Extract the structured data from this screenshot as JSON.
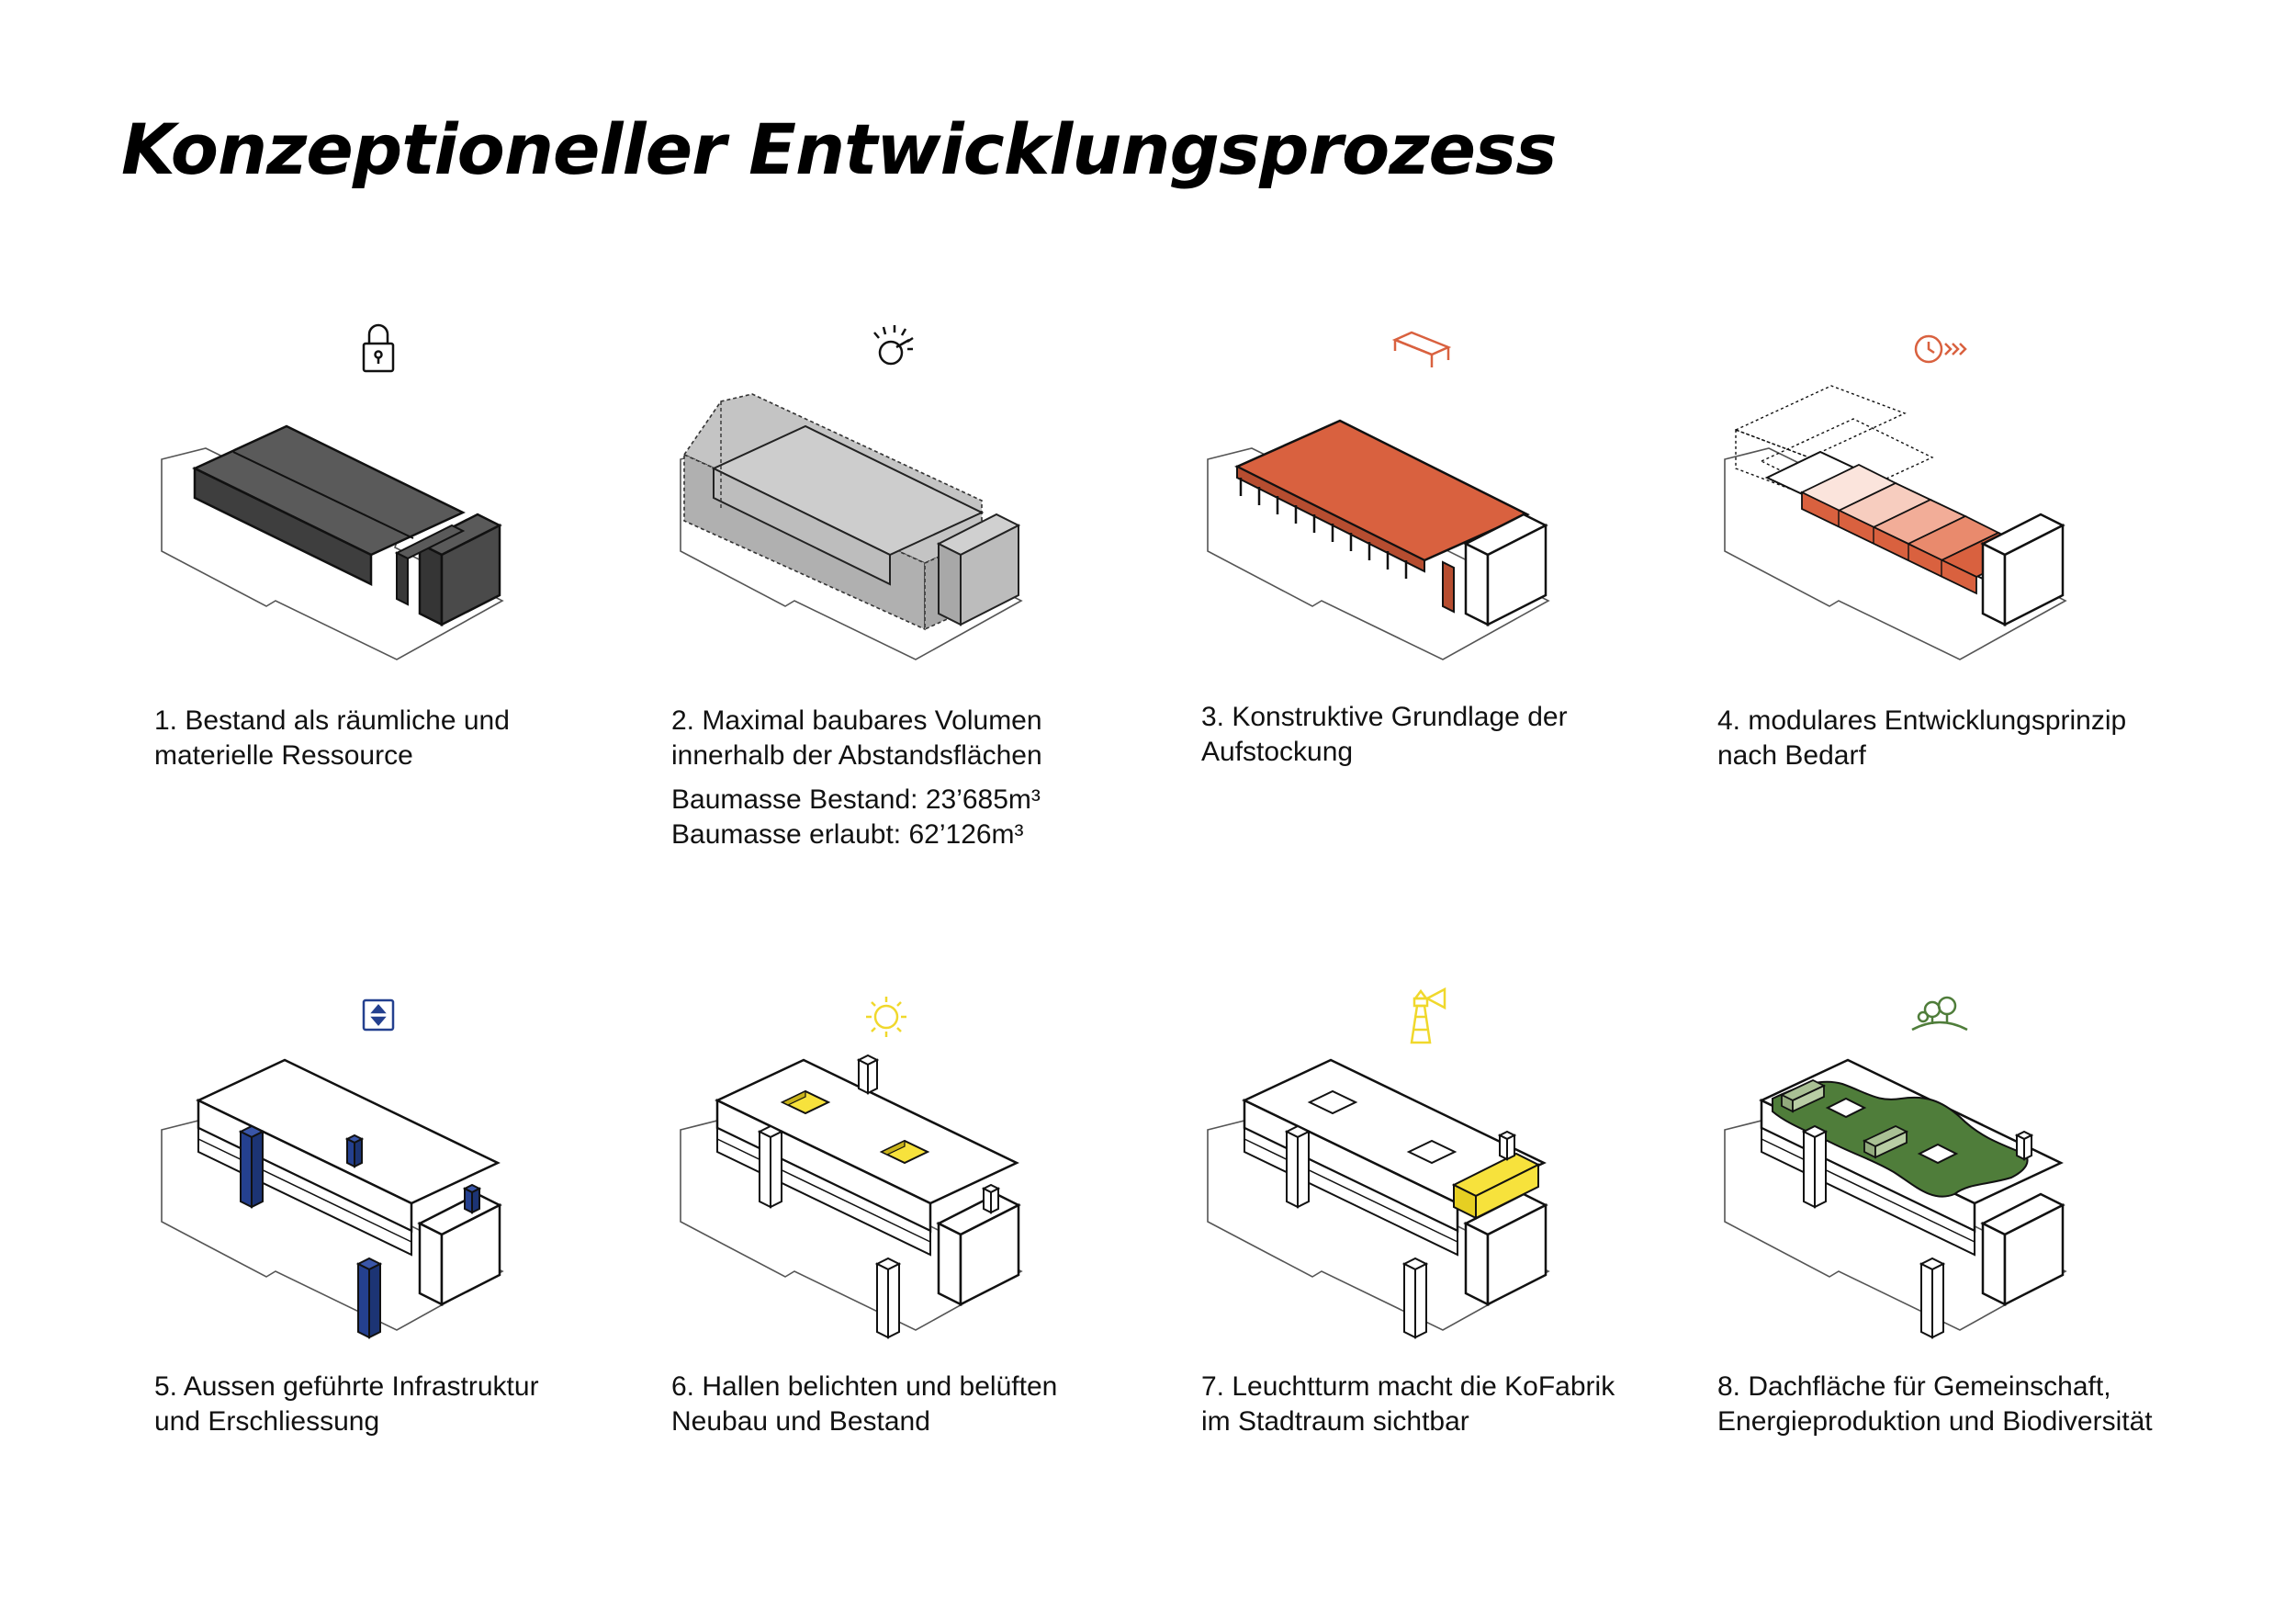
{
  "title": "Konzeptioneller Entwicklungsprozess",
  "colors": {
    "dark": "#4a4a4a",
    "grey": "#b9b9b9",
    "red": "#d9613f",
    "blue": "#24408f",
    "yellow": "#f7e23c",
    "green": "#4f7d3a"
  },
  "steps": [
    {
      "icon": "lock-icon",
      "lines": [
        "1. Bestand als räumliche und",
        "materielle Ressource"
      ]
    },
    {
      "icon": "lamp-icon",
      "lines": [
        "2. Maximal baubares Volumen",
        "innerhalb der Abstandsflächen"
      ],
      "extra": [
        "Baumasse Bestand: 23’685m³",
        "Baumasse erlaubt: 62’126m³"
      ]
    },
    {
      "icon": "table-icon",
      "lines": [
        "3. Konstruktive Grundlage der",
        "Aufstockung"
      ]
    },
    {
      "icon": "clock-arrow-icon",
      "lines": [
        "4. modulares Entwicklungsprinzip",
        "nach Bedarf"
      ]
    },
    {
      "icon": "elevator-icon",
      "lines": [
        "5. Aussen geführte Infrastruktur",
        "und Erschliessung"
      ]
    },
    {
      "icon": "sun-icon",
      "lines": [
        "6. Hallen belichten und belüften",
        "Neubau und Bestand"
      ]
    },
    {
      "icon": "lighthouse-icon",
      "lines": [
        "7. Leuchtturm macht die KoFabrik",
        "im Stadtraum sichtbar"
      ]
    },
    {
      "icon": "tree-hill-icon",
      "lines": [
        "8. Dachfläche für Gemeinschaft,",
        "Energieproduktion und Biodiversität"
      ]
    }
  ]
}
